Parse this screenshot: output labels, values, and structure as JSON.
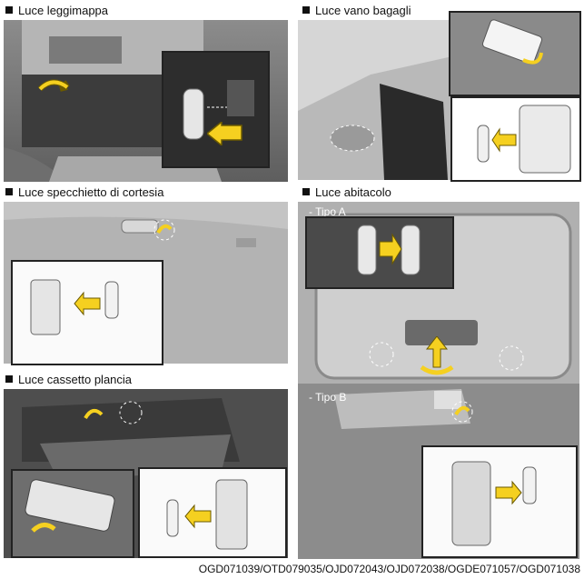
{
  "panels": {
    "leggimappa": {
      "title": "Luce leggimappa"
    },
    "vano_bagagli": {
      "title": "Luce vano bagagli"
    },
    "specchietto": {
      "title": "Luce specchietto di cortesia"
    },
    "abitacolo": {
      "title": "Luce abitacolo",
      "tipo_a": "- Tipo A",
      "tipo_b": "- Tipo B"
    },
    "cassetto": {
      "title": "Luce cassetto plancia"
    }
  },
  "codes": "OGD071039/OTD079035/OJD072043/OJD072038/OGDE071057/OGD071038",
  "colors": {
    "arrow": "#f5d020",
    "arrow_outline": "#6b5a00",
    "photo_gray": "#9a9a9a"
  }
}
